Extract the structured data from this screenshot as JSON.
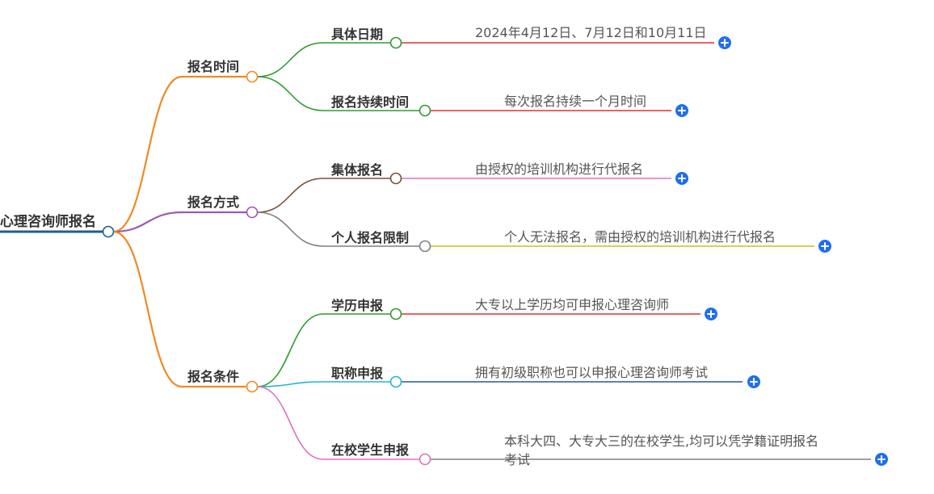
{
  "root": {
    "label": "心理咨询师报名"
  },
  "branches": [
    {
      "label": "报名时间",
      "color": "#f08a24",
      "children": [
        {
          "label": "具体日期",
          "color": "#2e9b2e",
          "detail": "2024年4月12日、7月12日和10月11日",
          "detail_line_color": "#e03030"
        },
        {
          "label": "报名持续时间",
          "color": "#2e9b2e",
          "detail": "每次报名持续一个月时间",
          "detail_line_color": "#e03030"
        }
      ]
    },
    {
      "label": "报名方式",
      "color": "#9b59b6",
      "children": [
        {
          "label": "集体报名",
          "color": "#7b4f3a",
          "detail": "由授权的培训机构进行代报名",
          "detail_line_color": "#e070c0"
        },
        {
          "label": "个人报名限制",
          "color": "#808080",
          "detail": "个人无法报名，需由授权的培训机构进行代报名",
          "detail_line_color": "#c8c020"
        }
      ]
    },
    {
      "label": "报名条件",
      "color": "#f08a24",
      "children": [
        {
          "label": "学历申报",
          "color": "#2e9b2e",
          "detail": "大专以上学历均可申报心理咨询师",
          "detail_line_color": "#e03030"
        },
        {
          "label": "职称申报",
          "color": "#20b8c8",
          "detail": "拥有初级职称也可以申报心理咨询师考试",
          "detail_line_color": "#1f5f8b"
        },
        {
          "label": "在校学生申报",
          "color": "#e070c0",
          "detail_lines": [
            "本科大四、大专大三的在校学生,均可以凭学籍证明报名",
            "考试"
          ],
          "detail_line_color": "#808080"
        }
      ]
    }
  ],
  "colors": {
    "root_line": "#1f5f8b",
    "plus": "#1e6ff0"
  }
}
